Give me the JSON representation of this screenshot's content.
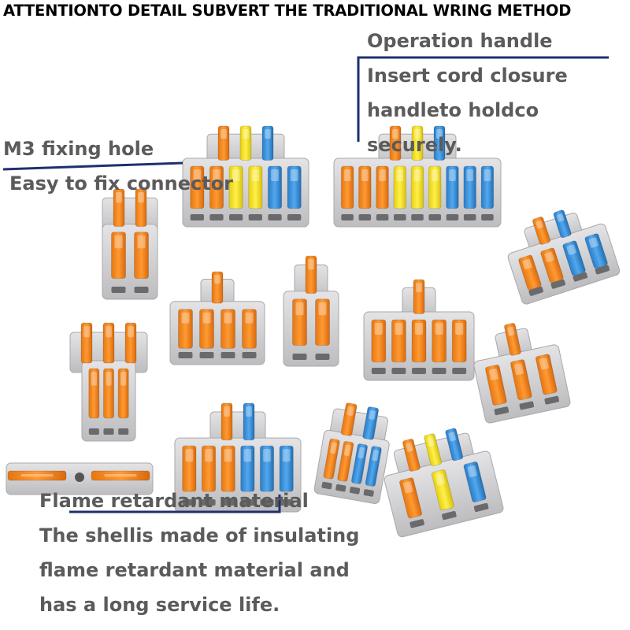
{
  "headline": "ATTENTIONTO DETAIL SUBVERT THE TRADITIONAL WRING METHOD",
  "callouts": {
    "operation_handle": {
      "title": "Operation handle",
      "lines": [
        "Insert cord closure",
        "handleto holdco",
        "securely."
      ]
    },
    "m3_hole": {
      "title": "M3 fixing hole",
      "lines": [
        "Easy to fix connector"
      ]
    },
    "flame": {
      "title": "Flame retardant material",
      "lines": [
        "The shellis made of insulating",
        "flame retardant material and",
        "has a long service life."
      ]
    }
  },
  "colors": {
    "lever_orange": "#f08a1e",
    "lever_yellow": "#f5e21c",
    "lever_blue": "#3a8fd8",
    "housing_gray": "#d3d3d5",
    "callout_line": "#1f2f6e",
    "callout_text": "#5b5b5b"
  },
  "product": {
    "name": "lever wire connectors",
    "connectors": [
      {
        "id": "c1",
        "levers": [
          "orange",
          "yellow",
          "blue"
        ],
        "outputs": [
          "orange",
          "orange",
          "yellow",
          "yellow",
          "blue",
          "blue"
        ]
      },
      {
        "id": "c2",
        "levers": [
          "orange",
          "yellow",
          "blue"
        ],
        "outputs": [
          "orange",
          "orange",
          "orange",
          "yellow",
          "yellow",
          "yellow",
          "blue",
          "blue",
          "blue"
        ]
      },
      {
        "id": "c3",
        "levers": [
          "orange",
          "orange"
        ],
        "outputs": [
          "orange",
          "orange"
        ]
      },
      {
        "id": "c4",
        "levers": [
          "orange",
          "blue"
        ],
        "outputs": [
          "orange",
          "orange",
          "blue",
          "blue"
        ]
      },
      {
        "id": "c5",
        "levers": [
          "orange"
        ],
        "outputs": [
          "orange",
          "orange",
          "orange",
          "orange"
        ]
      },
      {
        "id": "c6",
        "levers": [
          "orange"
        ],
        "outputs": [
          "orange",
          "orange"
        ]
      },
      {
        "id": "c7",
        "levers": [
          "orange"
        ],
        "outputs": [
          "orange",
          "orange",
          "orange",
          "orange",
          "orange"
        ]
      },
      {
        "id": "c8",
        "levers": [
          "orange",
          "orange",
          "orange"
        ],
        "outputs": [
          "orange",
          "orange",
          "orange"
        ]
      },
      {
        "id": "c9",
        "levers": [
          "orange"
        ],
        "outputs": [
          "orange",
          "orange",
          "orange"
        ]
      },
      {
        "id": "c10",
        "levers": [
          "orange",
          "blue"
        ],
        "outputs": [
          "orange",
          "orange",
          "orange",
          "blue",
          "blue",
          "blue"
        ]
      },
      {
        "id": "c11",
        "levers": [
          "orange",
          "blue"
        ],
        "outputs": [
          "orange",
          "orange",
          "blue",
          "blue"
        ]
      },
      {
        "id": "c12",
        "levers": [
          "orange",
          "yellow",
          "blue"
        ],
        "outputs": [
          "orange",
          "yellow",
          "blue"
        ]
      },
      {
        "id": "c13",
        "levers": [
          "orange",
          "orange"
        ],
        "outputs": []
      }
    ]
  }
}
